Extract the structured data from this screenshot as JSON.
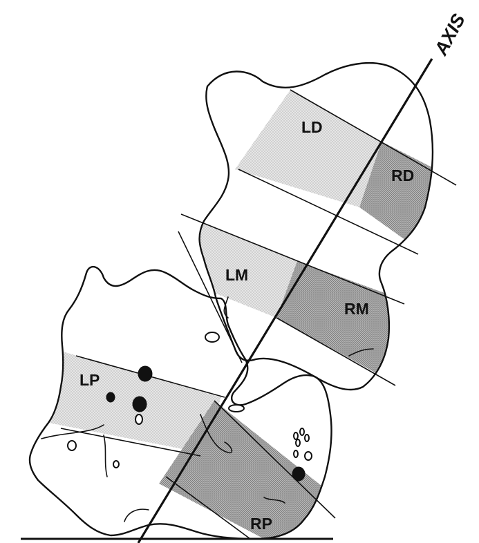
{
  "axis_label": "AXIS",
  "regions": {
    "ld": "LD",
    "rd": "RD",
    "lm": "LM",
    "rm": "RM",
    "lp": "LP",
    "rp": "RP"
  },
  "colors": {
    "outline": "#111111",
    "left_band_shade": "#dcdcdc",
    "right_band_shade": "#a8a8a8",
    "background": "#ffffff"
  }
}
